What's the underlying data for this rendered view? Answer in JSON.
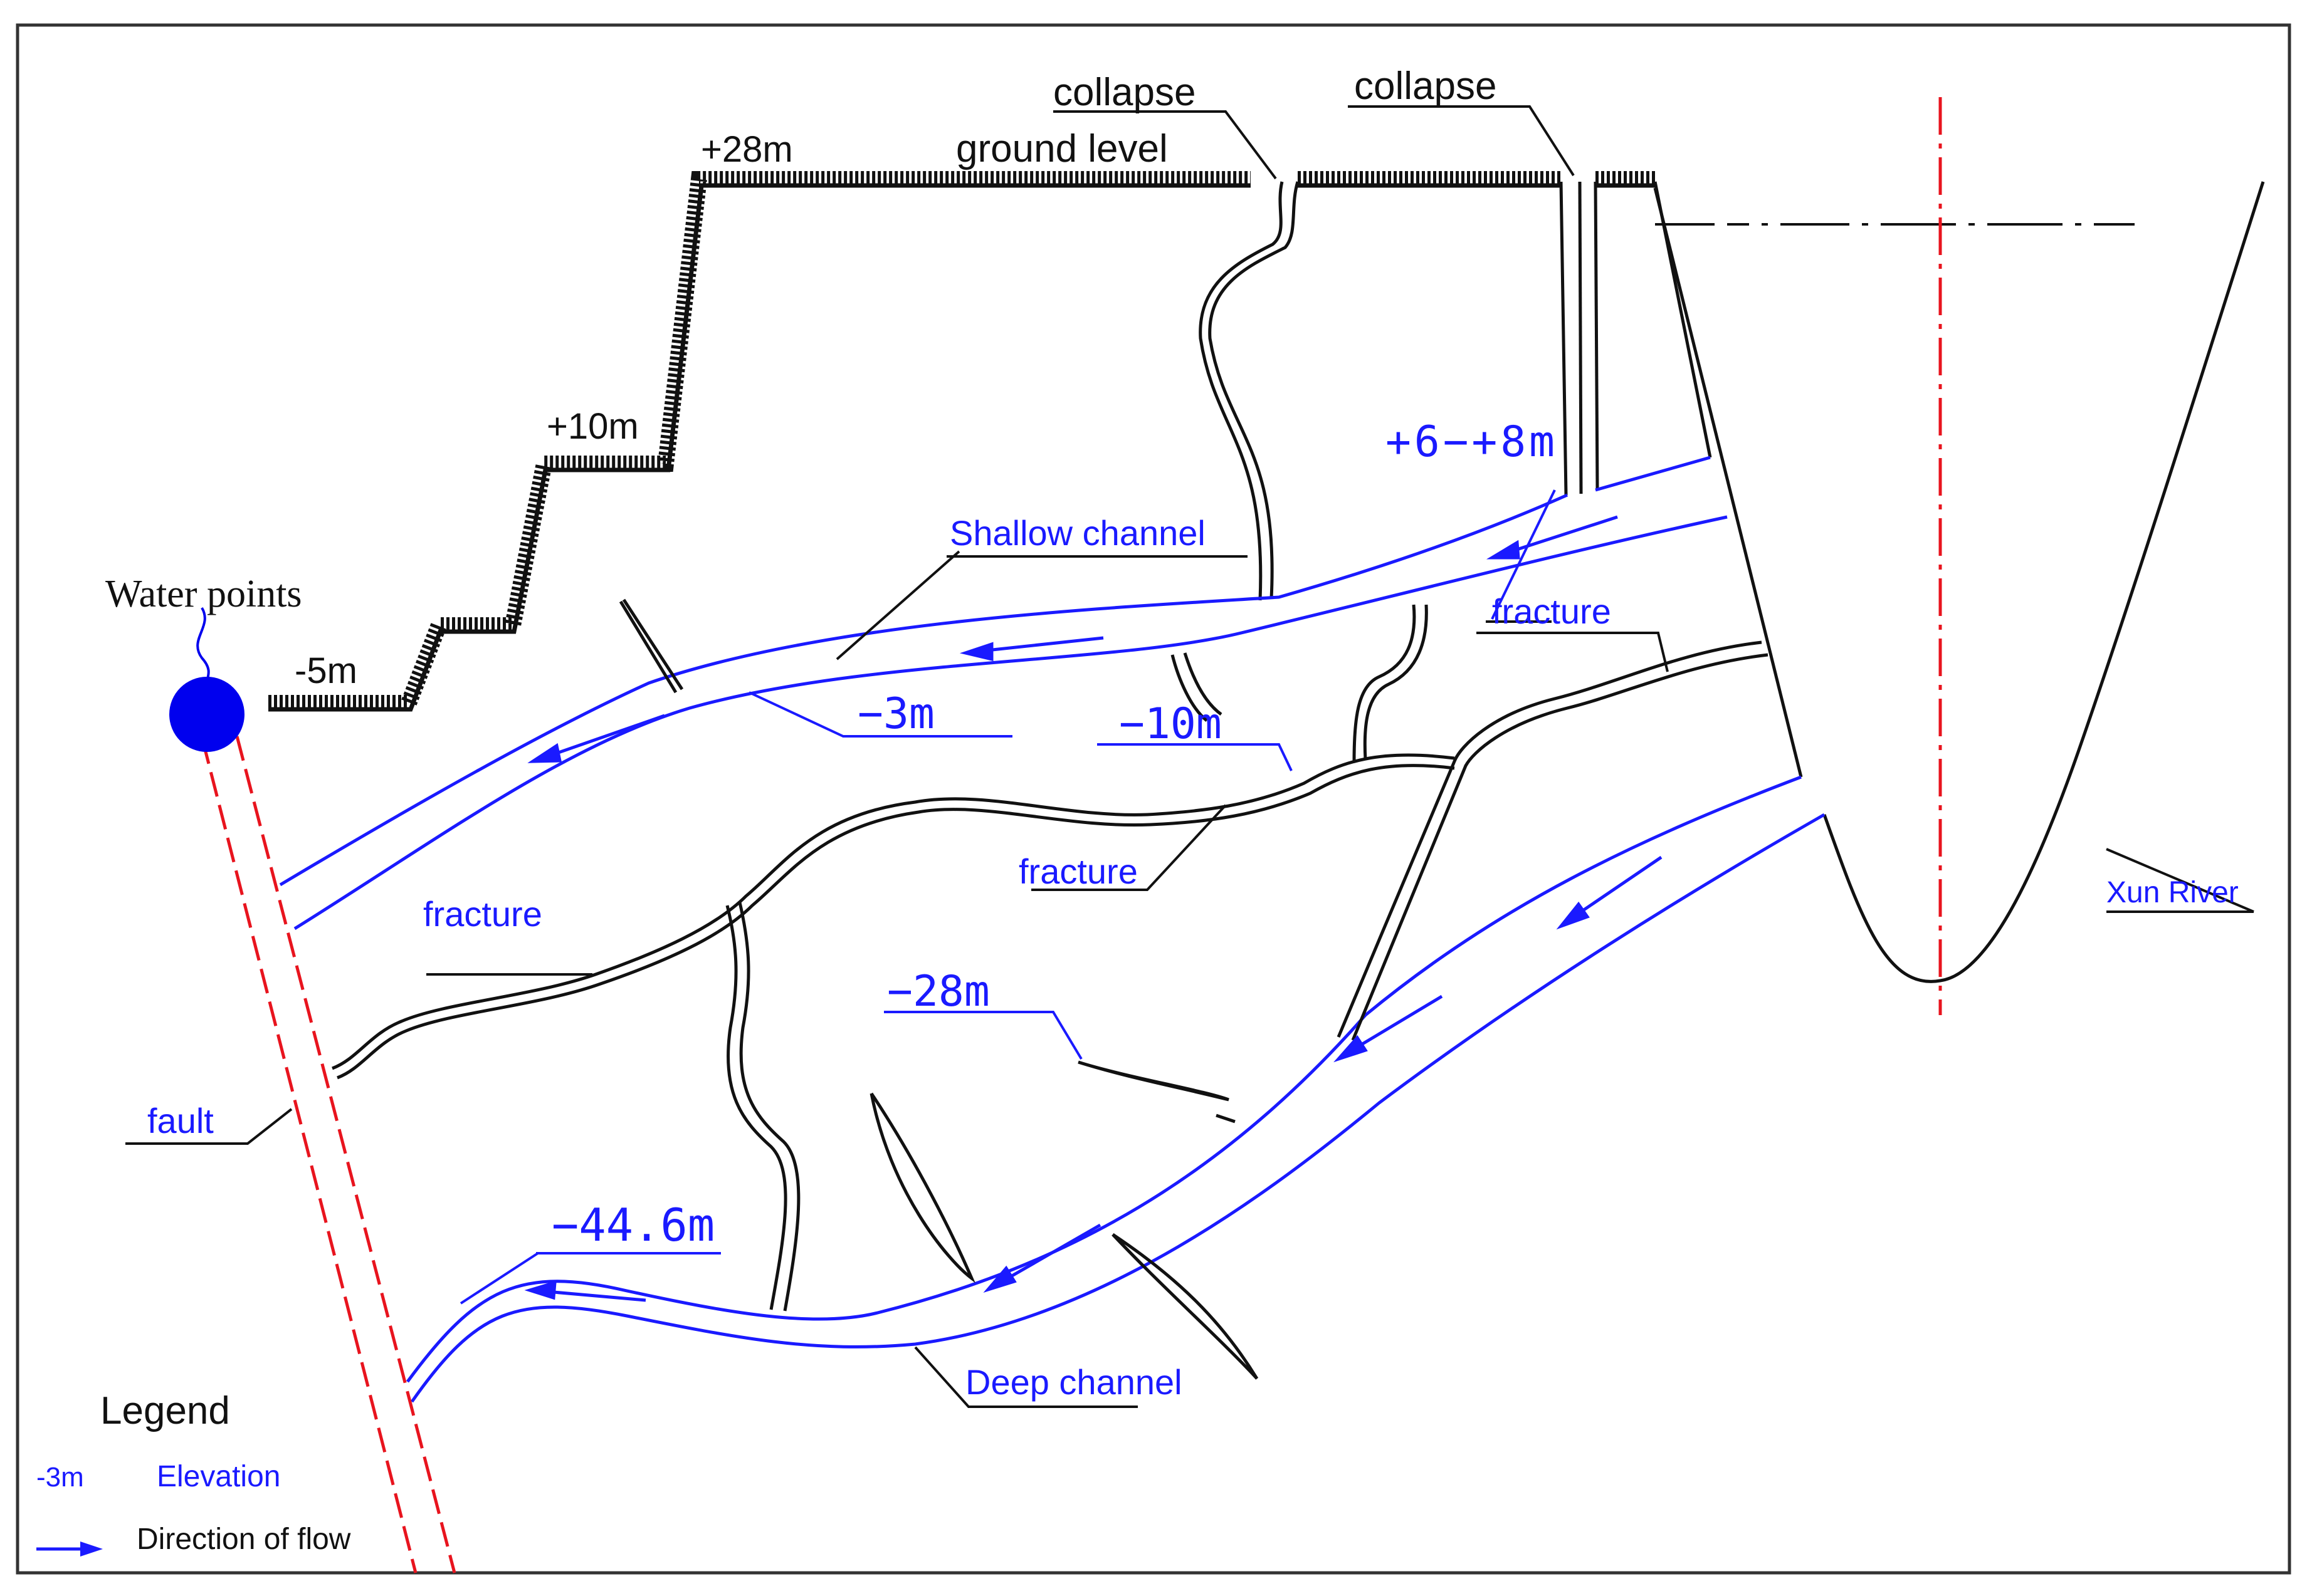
{
  "colors": {
    "line": "#1a1a1a",
    "channel": "#1a1aff",
    "fault": "#e8141e",
    "water_point": "#0000ee",
    "frame": "#333333"
  },
  "labels": {
    "collapse_1": "collapse",
    "collapse_2": "collapse",
    "ground_level": "ground level",
    "elev_plus28": "+28m",
    "elev_plus10": "+10m",
    "elev_minus5": "-5m",
    "water_points": "Water points",
    "shallow_channel": "Shallow channel",
    "deep_channel": "Deep channel",
    "fracture_1": "fracture",
    "fracture_2": "fracture",
    "fracture_3": "fracture",
    "fault": "fault",
    "xun_river": "Xun River",
    "elev_6_8": "+6−+8m",
    "elev_minus3": "−3m",
    "elev_minus10": "−10m",
    "elev_minus28": "−28m",
    "elev_minus446": "−44.6m"
  },
  "legend": {
    "title": "Legend",
    "elevation_sample": "-3m",
    "elevation_label": "Elevation",
    "flow_label": "Direction of flow"
  }
}
